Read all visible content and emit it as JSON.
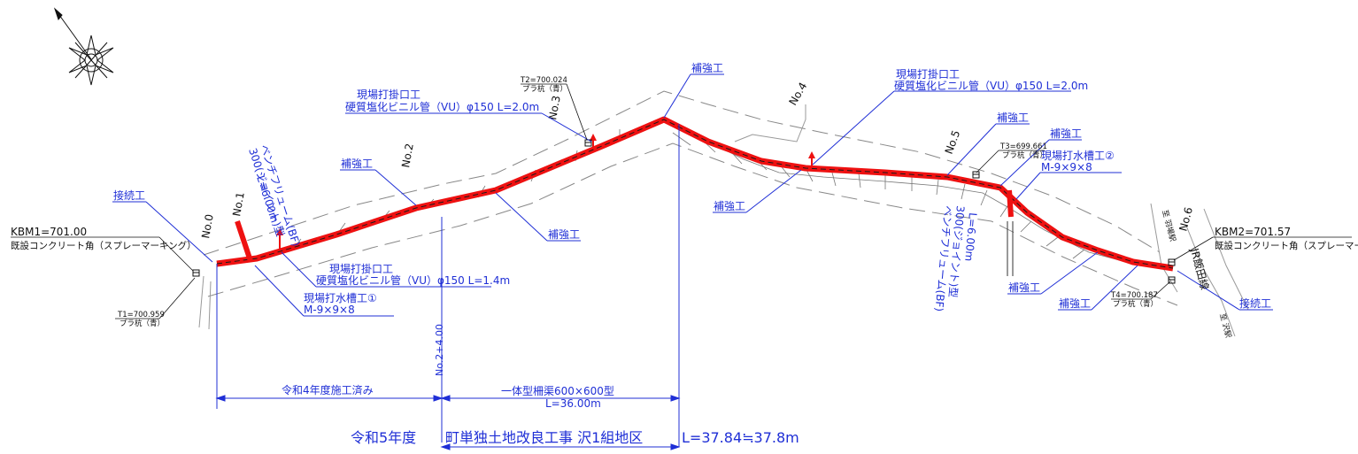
{
  "labels": {
    "kbm1_line1": "KBM1=701.00",
    "kbm1_line2": "既設コンクリート角（スプレーマーキング）",
    "kbm2_line1": "KBM2=701.57",
    "kbm2_line2": "既設コンクリート角（スプレーマーキング）",
    "t1_line1": "T1=700.959",
    "t1_line2": "プラ杭（青）",
    "t2_line1": "T2=700.024",
    "t2_line2": "プラ杭（青）",
    "t3_line1": "T3=699.661",
    "t3_line2": "プラ杭（青）",
    "t4_line1": "T4=700.187",
    "t4_line2": "プラ杭（青）",
    "no0": "No.0",
    "no1": "No.1",
    "no2": "No.2",
    "no3": "No.3",
    "no4": "No.4",
    "no5": "No.5",
    "no6": "No.6",
    "no2_4": "No.2+4.00",
    "jr": "JR飯田線",
    "road1": "至 沢駅",
    "road2": "至 羽場駅",
    "setsuzoku": "接続工",
    "hokyo": "補強工",
    "genba_kakeguchi": "現場打掛口工",
    "pipe_20": "硬質塩化ビニル管（VU）φ150 L=2.0m",
    "pipe_14": "硬質塩化ビニル管（VU）φ150 L=1.4m",
    "suiso1_a": "現場打水槽工①",
    "suiso1_b": "M-9×9×8",
    "suiso2_a": "現場打水槽工②",
    "suiso2_b": "M-9×9×8",
    "bf_a": "ベンチフリューム(BF)",
    "bf_b": "300(ジョイント)型",
    "bf_c": "L=6.00m",
    "dim_left": "令和4年度施工済み",
    "dim_right1": "一体型柵渠600×600型",
    "dim_right2": "L=36.00m",
    "title_year": "令和5年度",
    "title_main": "町単独土地改良工事 沢1組地区",
    "title_len": "L=37.84≒37.8m"
  }
}
